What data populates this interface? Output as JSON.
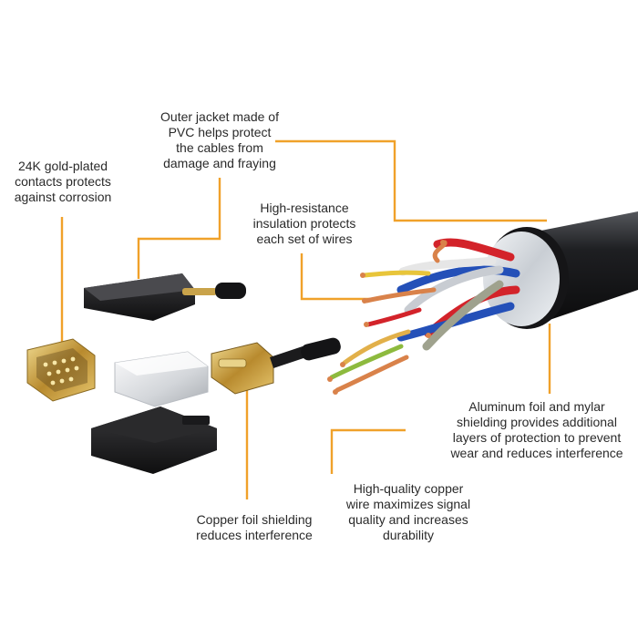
{
  "colors": {
    "leader_line": "#f0a12a",
    "text": "#2a2a2a",
    "jacket": "#1f1f22",
    "gold": "#c9a34a",
    "copper": "#d9824a",
    "red": "#d3232a",
    "blue": "#2450b8",
    "foil": "#d9dde2"
  },
  "callouts": {
    "gold_contacts": "24K gold-plated\ncontacts protects\nagainst corrosion",
    "outer_jacket": "Outer jacket made of\nPVC helps protect\nthe cables from\ndamage and fraying",
    "insulation": "High-resistance\ninsulation protects\neach set of wires",
    "aluminum_foil": "Aluminum foil and mylar\nshielding provides additional\nlayers of protection to prevent\nwear and reduces interference",
    "copper_wire": "High-quality copper\nwire maximizes signal\nquality and increases\ndurability",
    "copper_foil": "Copper foil shielding\nreduces interference"
  }
}
